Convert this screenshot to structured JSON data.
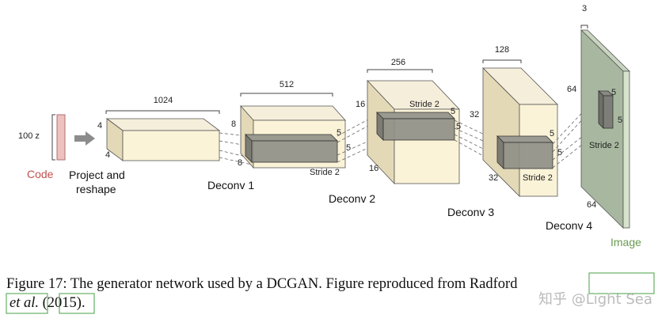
{
  "diagram": {
    "code": {
      "dim": "100 z",
      "label": "Code"
    },
    "project": {
      "label1": "Project and",
      "label2": "reshape",
      "depth": "1024",
      "side_a": "4",
      "side_b": "4"
    },
    "deconv1": {
      "label": "Deconv 1",
      "depth": "512",
      "side_a": "8",
      "side_b": "8",
      "k1": "5",
      "k2": "5",
      "stride": "Stride 2"
    },
    "deconv2": {
      "label": "Deconv 2",
      "depth": "256",
      "side_a": "16",
      "side_b": "16",
      "k1": "5",
      "k2": "5",
      "stride": "Stride 2"
    },
    "deconv3": {
      "label": "Deconv 3",
      "depth": "128",
      "side_a": "32",
      "side_b": "32",
      "k1": "5",
      "k2": "5",
      "stride": "Stride 2"
    },
    "deconv4": {
      "label": "Deconv 4",
      "channels": "3",
      "side_a": "64",
      "side_b": "64",
      "k1": "5",
      "k2": "5",
      "stride": "Stride 2"
    },
    "image": {
      "label": "Image"
    }
  },
  "caption": {
    "prefix": "Figure 17:",
    "text": " The generator network used by a DCGAN. Figure reproduced from ",
    "cite_author": "Radford",
    "cite_etal": "et al.",
    "cite_year_open": " (",
    "cite_year": "2015",
    "cite_year_close": ")."
  },
  "watermark": "知乎 @Light Sea"
}
